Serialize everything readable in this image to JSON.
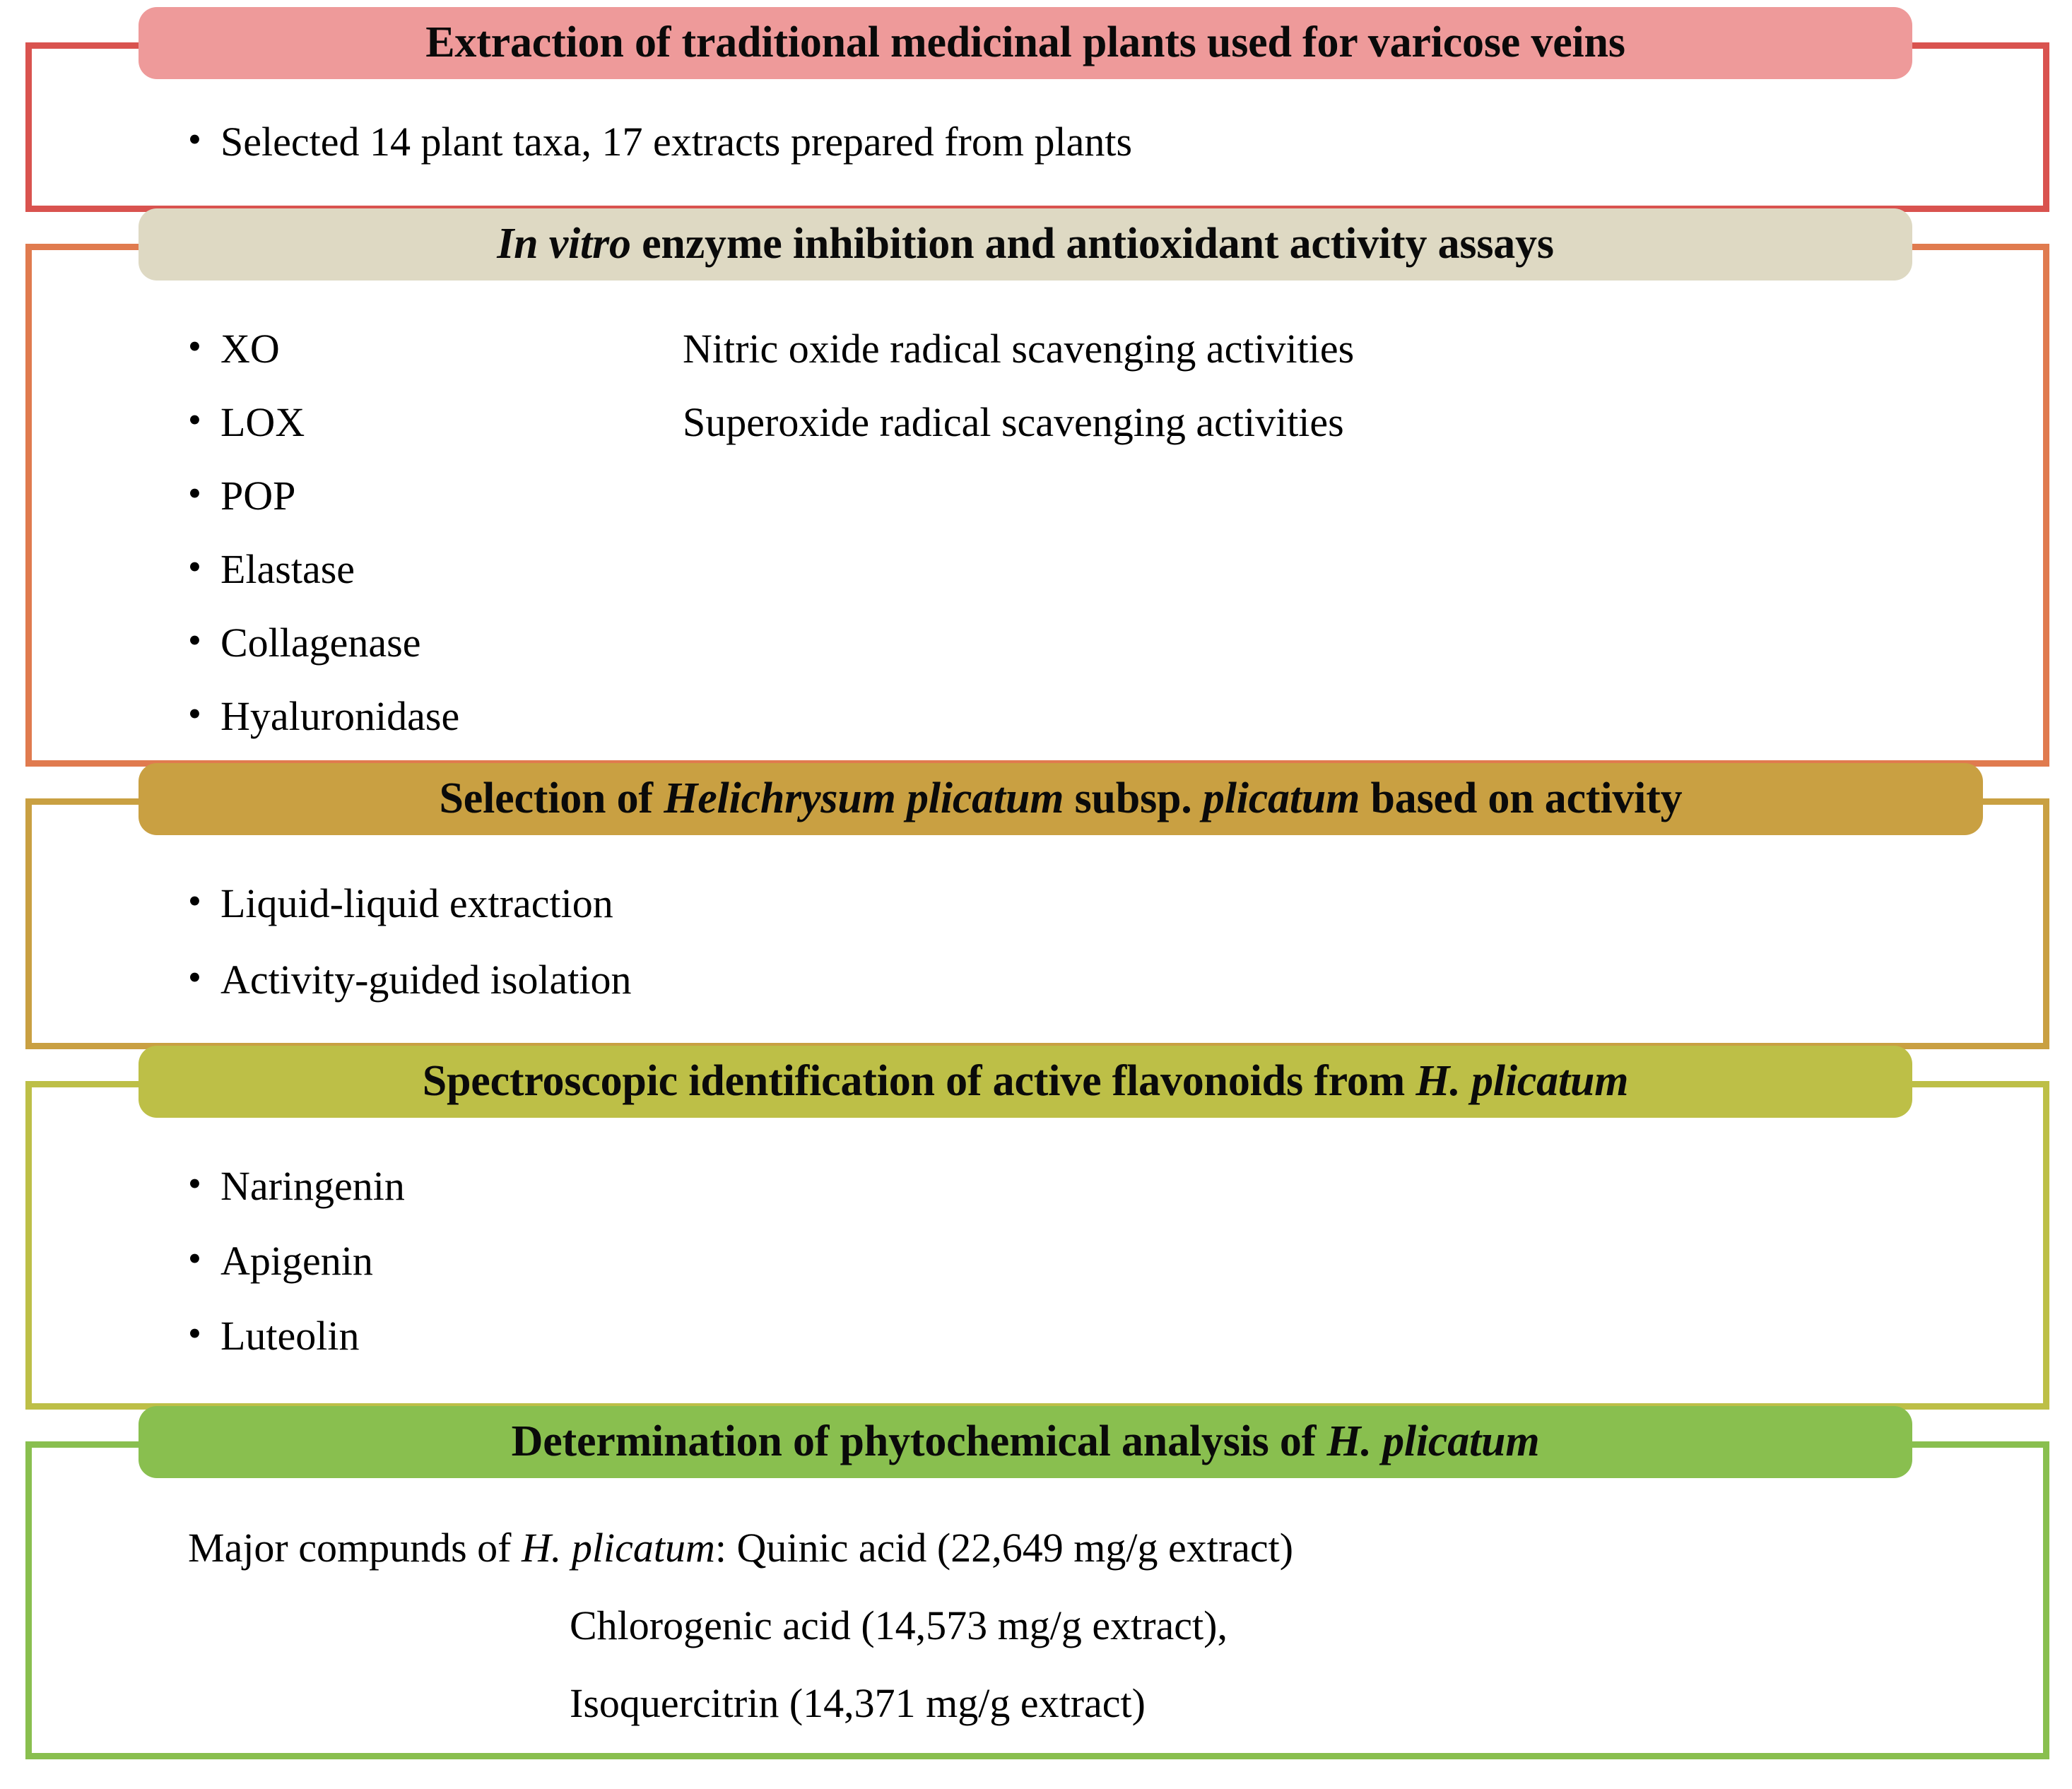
{
  "figure": {
    "type": "graphical-abstract-workflow",
    "title": "Study workflow: extraction, assays, isolation and phytochemical analysis"
  },
  "colors": {
    "stage1_fill": "#ee9a9a",
    "stage1_border": "#d9534f",
    "stage2_fill": "#ded9c3",
    "stage2_border": "#e07b4f",
    "stage3_fill": "#c9a042",
    "stage3_border": "#c9a042",
    "stage4_fill": "#bdbf47",
    "stage4_border": "#bdbf47",
    "stage5_fill": "#89bf4f",
    "stage5_border": "#89bf4f",
    "text": "#0a0a0a",
    "background": "#ffffff"
  },
  "stages": [
    {
      "id": "extraction",
      "title_parts": [
        {
          "text": "Extraction of traditional medicinal plants used for varicose veins",
          "italic": false
        }
      ],
      "bullets": [
        "Selected 14 plant taxa, 17 extracts prepared from plants"
      ]
    },
    {
      "id": "in-vitro-assays",
      "title_parts": [
        {
          "text": "In vitro",
          "italic": true
        },
        {
          "text": " enzyme inhibition and antioxidant activity assays",
          "italic": false
        }
      ],
      "enzymes": [
        "XO",
        "LOX",
        "POP",
        "Elastase",
        "Collagenase",
        "Hyaluronidase"
      ],
      "activities": [
        "Nitric oxide radical scavenging activities",
        "Superoxide radical scavenging activities"
      ]
    },
    {
      "id": "selection",
      "title_parts": [
        {
          "text": "Selection of ",
          "italic": false
        },
        {
          "text": "Helichrysum plicatum",
          "italic": true
        },
        {
          "text": " subsp. ",
          "italic": false
        },
        {
          "text": "plicatum",
          "italic": true
        },
        {
          "text": " based on activity",
          "italic": false
        }
      ],
      "bullets": [
        "Liquid-liquid extraction",
        "Activity-guided isolation"
      ]
    },
    {
      "id": "spectroscopic-identification",
      "title_parts": [
        {
          "text": "Spectroscopic identification of active flavonoids from ",
          "italic": false
        },
        {
          "text": "H. plicatum",
          "italic": true
        }
      ],
      "bullets": [
        "Naringenin",
        "Apigenin",
        "Luteolin"
      ]
    },
    {
      "id": "phytochemical-analysis",
      "title_parts": [
        {
          "text": "Determination of phytochemical analysis of ",
          "italic": false
        },
        {
          "text": "H. plicatum",
          "italic": true
        }
      ],
      "compounds_intro_prefix": "Major compunds of ",
      "compounds_intro_species": "H. plicatum",
      "compounds_intro_suffix": ": Quinic acid (22,649 mg/g extract)",
      "compound_lines": [
        "Chlorogenic acid (14,573 mg/g extract),",
        "Isoquercitrin (14,371 mg/g extract)"
      ]
    }
  ]
}
